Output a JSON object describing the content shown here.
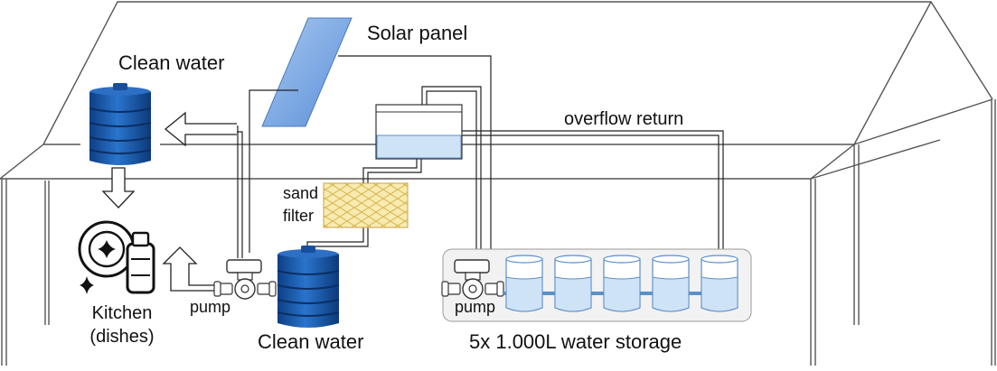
{
  "labels": {
    "solar_panel": "Solar panel",
    "clean_water_top": "Clean water",
    "overflow_return": "overflow return",
    "sand_filter_line1": "sand",
    "sand_filter_line2": "filter",
    "pump_left": "pump",
    "pump_right": "pump",
    "kitchen_line1": "Kitchen",
    "kitchen_line2": "(dishes)",
    "clean_water_bottom": "Clean water",
    "storage": "5x 1.000L water storage"
  },
  "storage_tank_count": 5,
  "colors": {
    "tank_blue": "#1f5fb0",
    "water_fill": "#cfe3f7",
    "solar_blue": "#6d9ee0",
    "filter_yellow": "#f7ebb0",
    "line": "#222222"
  },
  "icons": [
    "water-tank-icon",
    "pump-icon",
    "dishes-icon",
    "solar-panel-icon",
    "arrow-icon"
  ]
}
